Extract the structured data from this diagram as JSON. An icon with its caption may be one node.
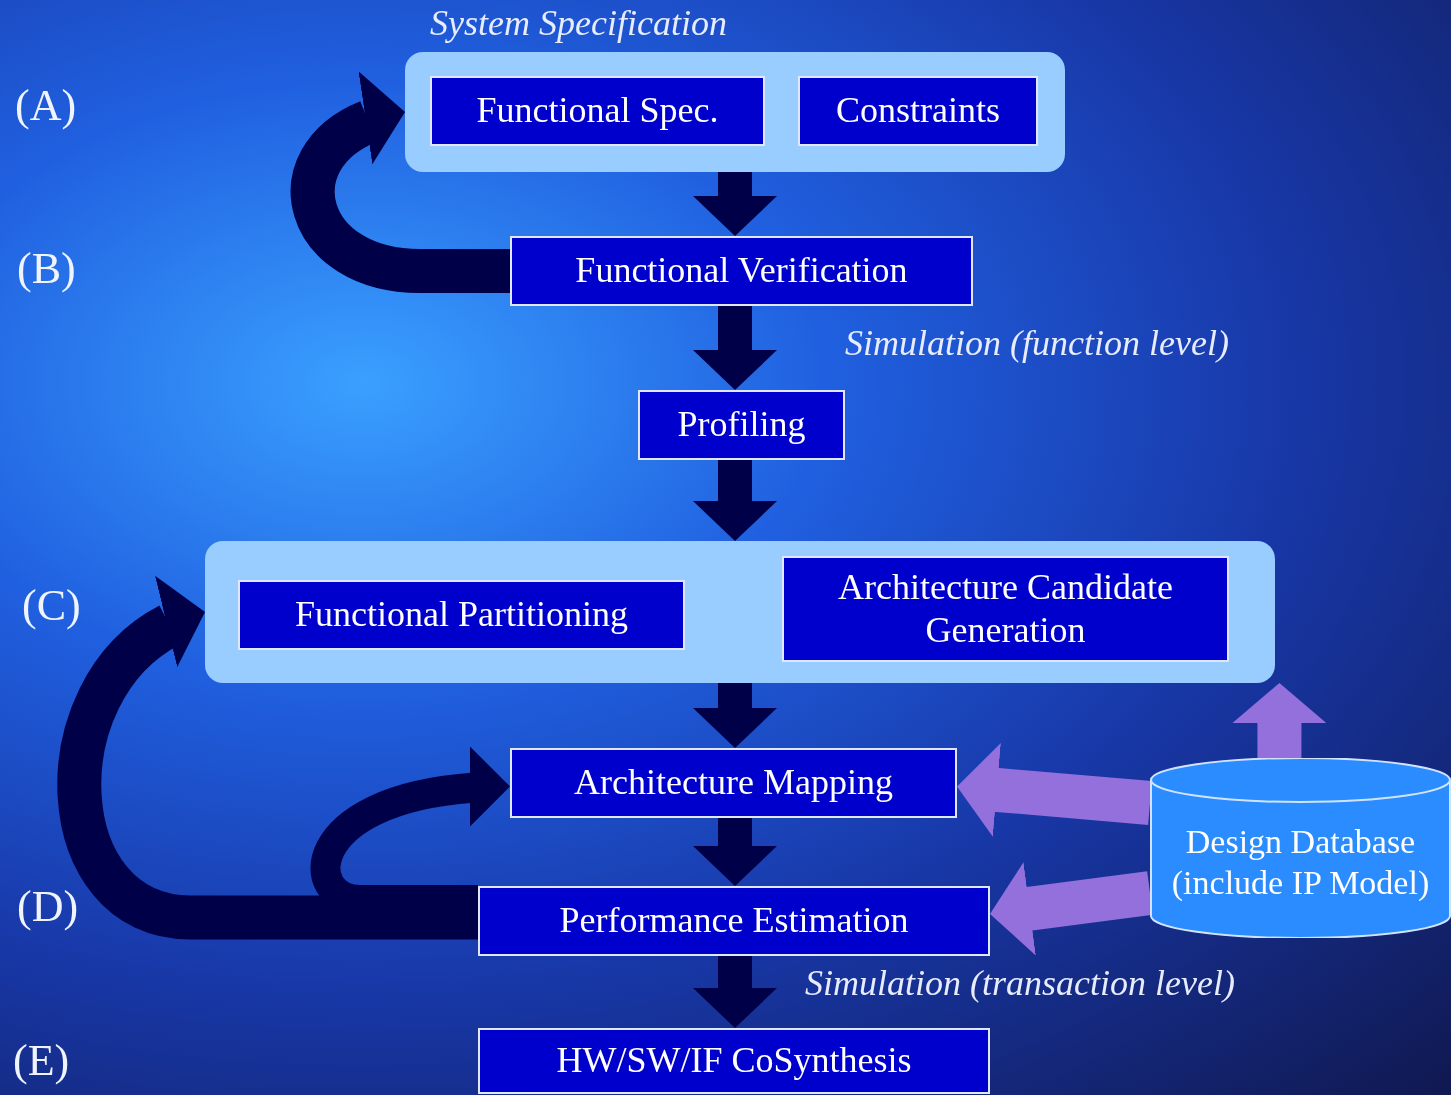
{
  "diagram": {
    "nodes": [
      {
        "text": [
          "System Specification"
        ]
      },
      {
        "text": [
          "Functional Spec."
        ],
        "in": 0
      },
      {
        "text": [
          "Constraints"
        ],
        "in": 0
      },
      {
        "text": [
          "Functional Verification"
        ],
        "beside": [
          "Simulation (function level)"
        ]
      },
      {
        "text": [
          "Profiling"
        ]
      },
      {
        "text": [],
        "shape": "box"
      },
      {
        "text": [
          "Functional Partitioning"
        ],
        "in": 5
      },
      {
        "text": [
          "Architecture Candidate Generation"
        ],
        "in": 5
      },
      {
        "text": [
          "Architecture Mapping"
        ]
      },
      {
        "text": [
          "Performance Estimation"
        ],
        "beside": [
          "Simulation (transaction level)"
        ]
      },
      {
        "text": [
          "HW/SW/IF CoSynthesis"
        ]
      },
      {
        "text": [
          "Design Database (include IP Model)"
        ]
      }
    ],
    "edges": [
      {
        "from": 0,
        "to": 3,
        "arrow": "to"
      },
      {
        "from": 3,
        "to": 4,
        "arrow": "to"
      },
      {
        "from": 4,
        "to": 5,
        "arrow": "to"
      },
      {
        "from": 5,
        "to": 8,
        "arrow": "to"
      },
      {
        "from": 8,
        "to": 9,
        "arrow": "to"
      },
      {
        "from": 9,
        "to": 10,
        "arrow": "to"
      },
      {
        "from": 3,
        "to": 0,
        "arrow": "to"
      },
      {
        "from": 9,
        "to": 5,
        "arrow": "to"
      },
      {
        "from": 9,
        "to": 8,
        "arrow": "to"
      },
      {
        "from": 11,
        "to": 5,
        "arrow": "to",
        "color": "#9370db"
      },
      {
        "from": 11,
        "to": 8,
        "arrow": "to",
        "color": "#9370db"
      },
      {
        "from": 11,
        "to": 9,
        "arrow": "to",
        "color": "#9370db"
      }
    ],
    "labels": [
      "(A)",
      "(B)",
      "(C)",
      "(D)",
      "(E)"
    ]
  }
}
